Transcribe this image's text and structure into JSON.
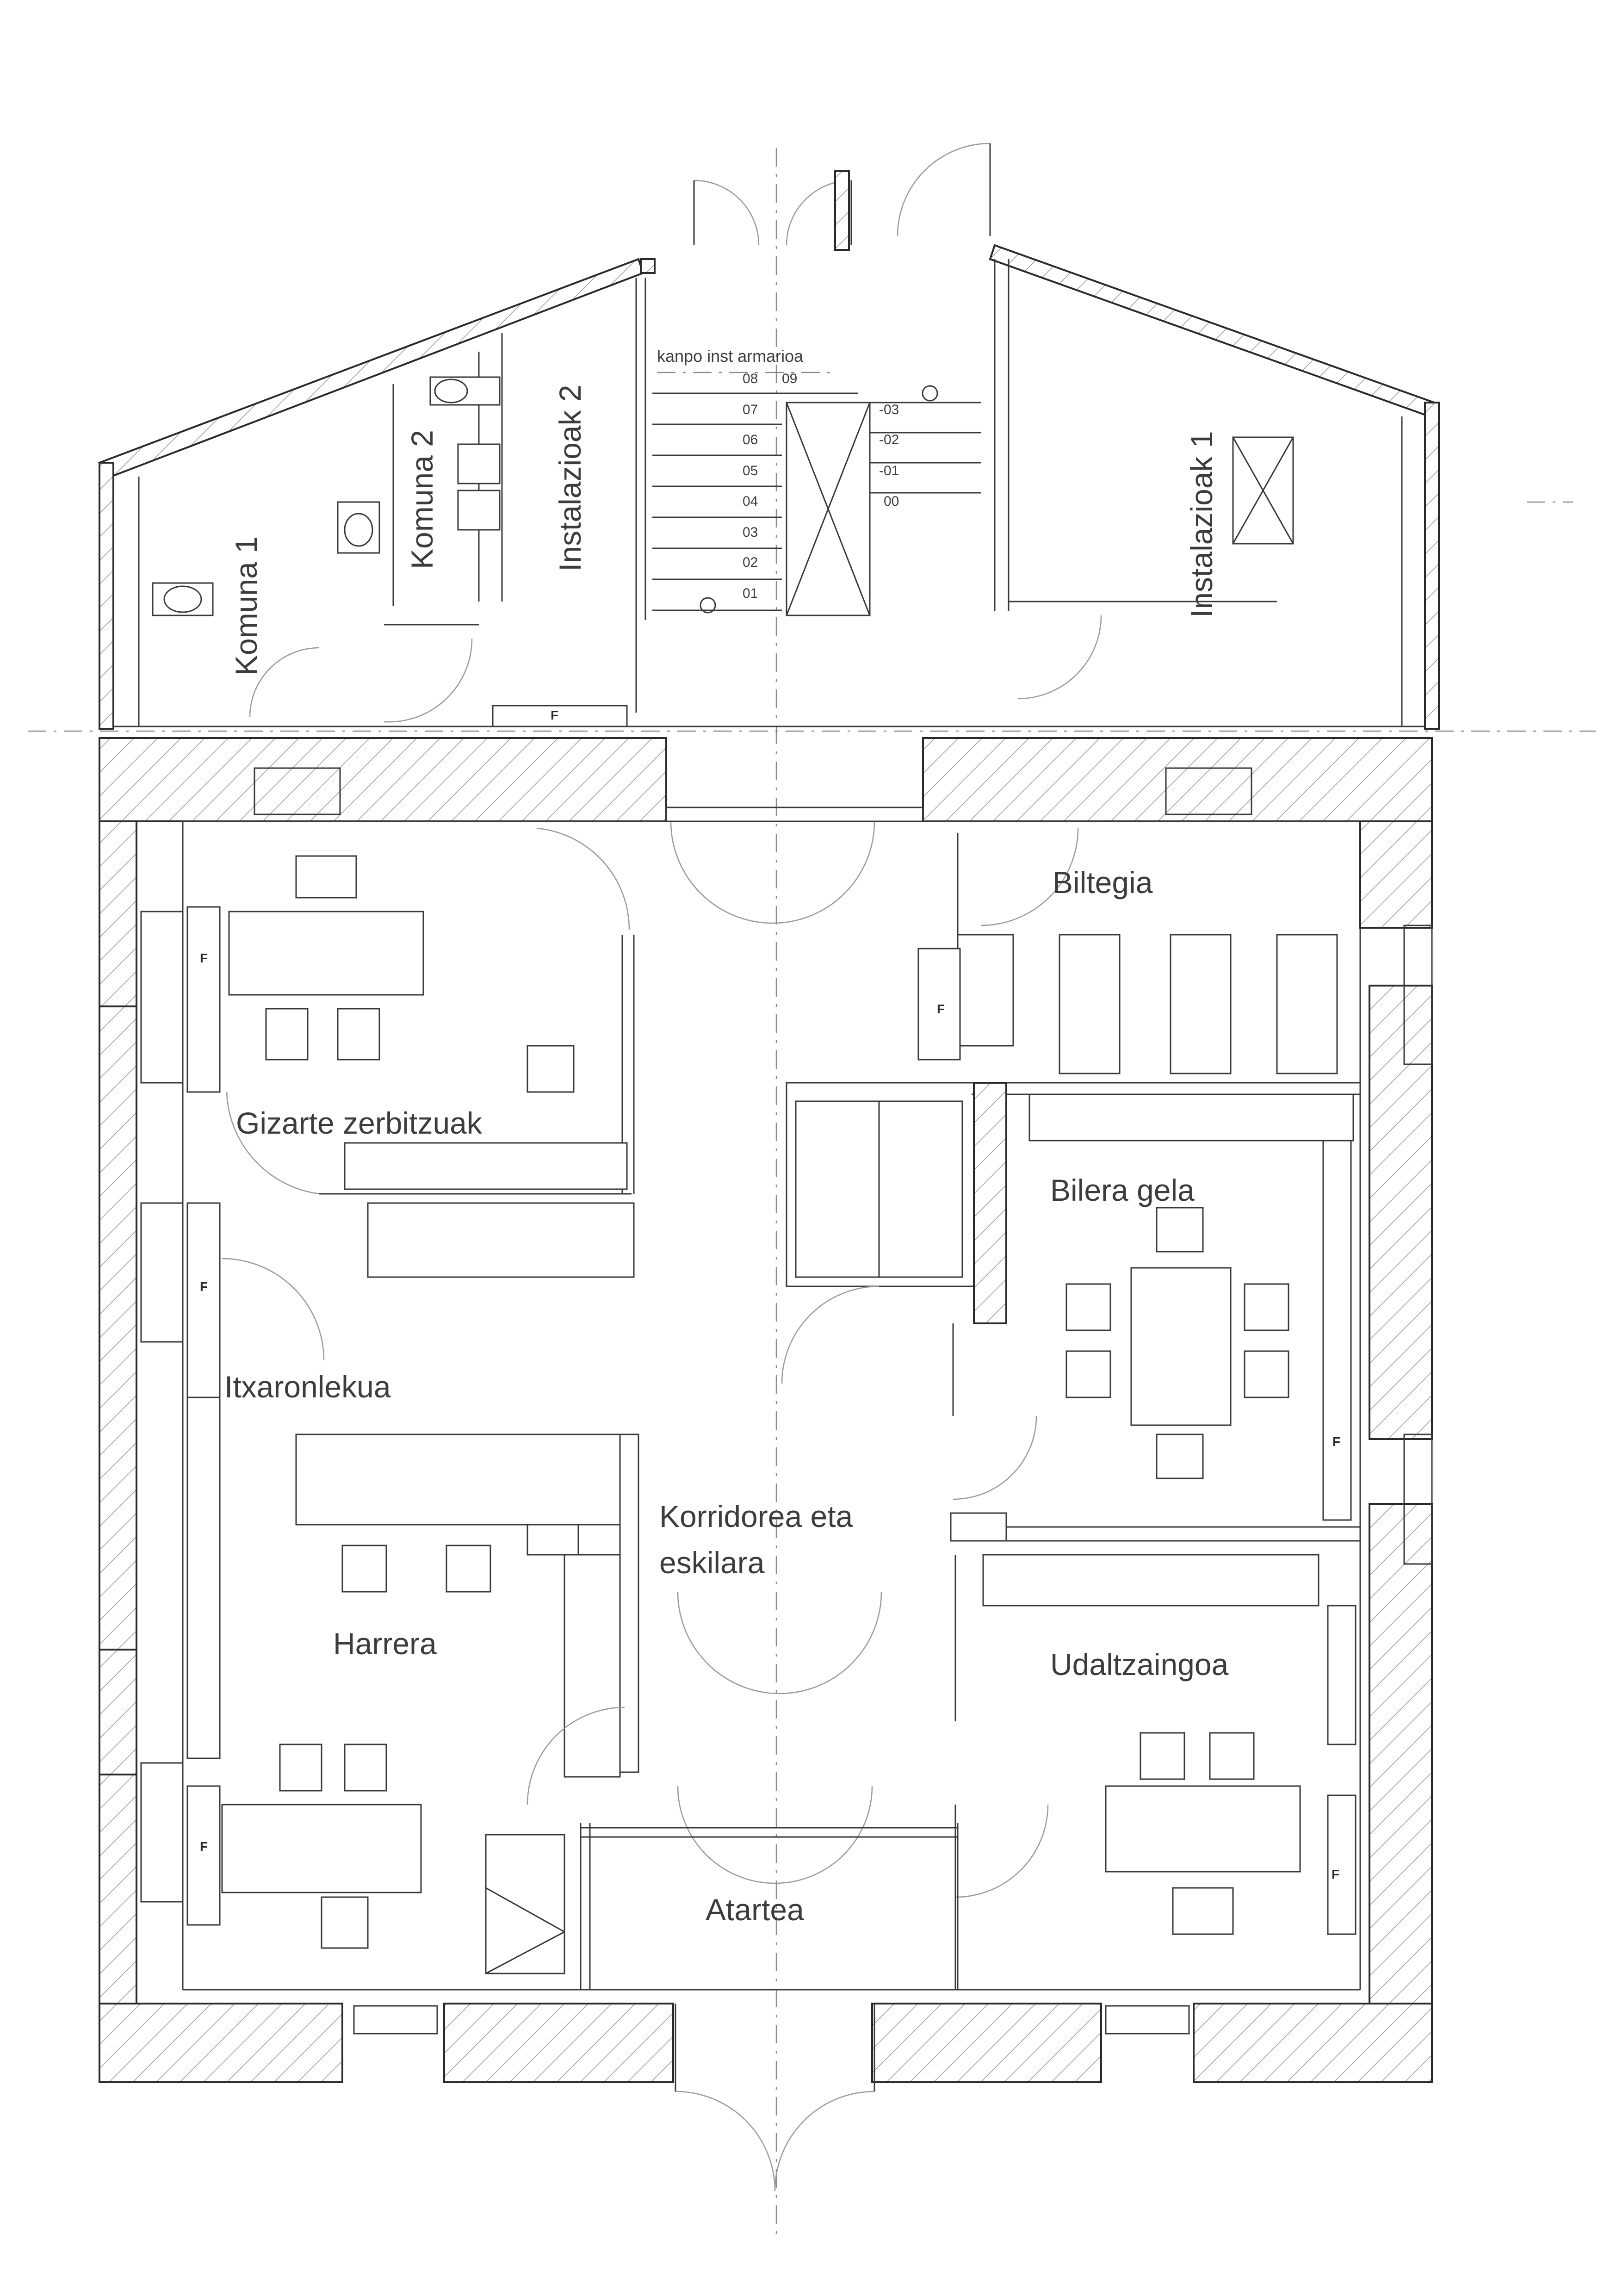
{
  "rooms": {
    "komuna1": "Komuna 1",
    "komuna2": "Komuna 2",
    "instalazioak2": "Instalazioak 2",
    "instalazioak1": "Instalazioak 1",
    "kanpo": "kanpo inst armarioa",
    "biltegia": "Biltegia",
    "gizarte": "Gizarte zerbitzuak",
    "bilera": "Bilera gela",
    "itxaronlekua": "Itxaronlekua",
    "korridorea_1": "Korridorea eta",
    "korridorea_2": "eskilara",
    "harrera": "Harrera",
    "udaltzaingoa": "Udaltzaingoa",
    "atartea": "Atartea"
  },
  "stairs": {
    "up_steps": [
      "01",
      "02",
      "03",
      "04",
      "05",
      "06",
      "07",
      "08",
      "09"
    ],
    "down_steps": [
      "00",
      "-01",
      "-02",
      "-03"
    ]
  },
  "fire_marker": "F",
  "colors": {
    "line": "#2a2a2a",
    "text": "#3c3c3c",
    "swing": "#9a9a9a"
  }
}
